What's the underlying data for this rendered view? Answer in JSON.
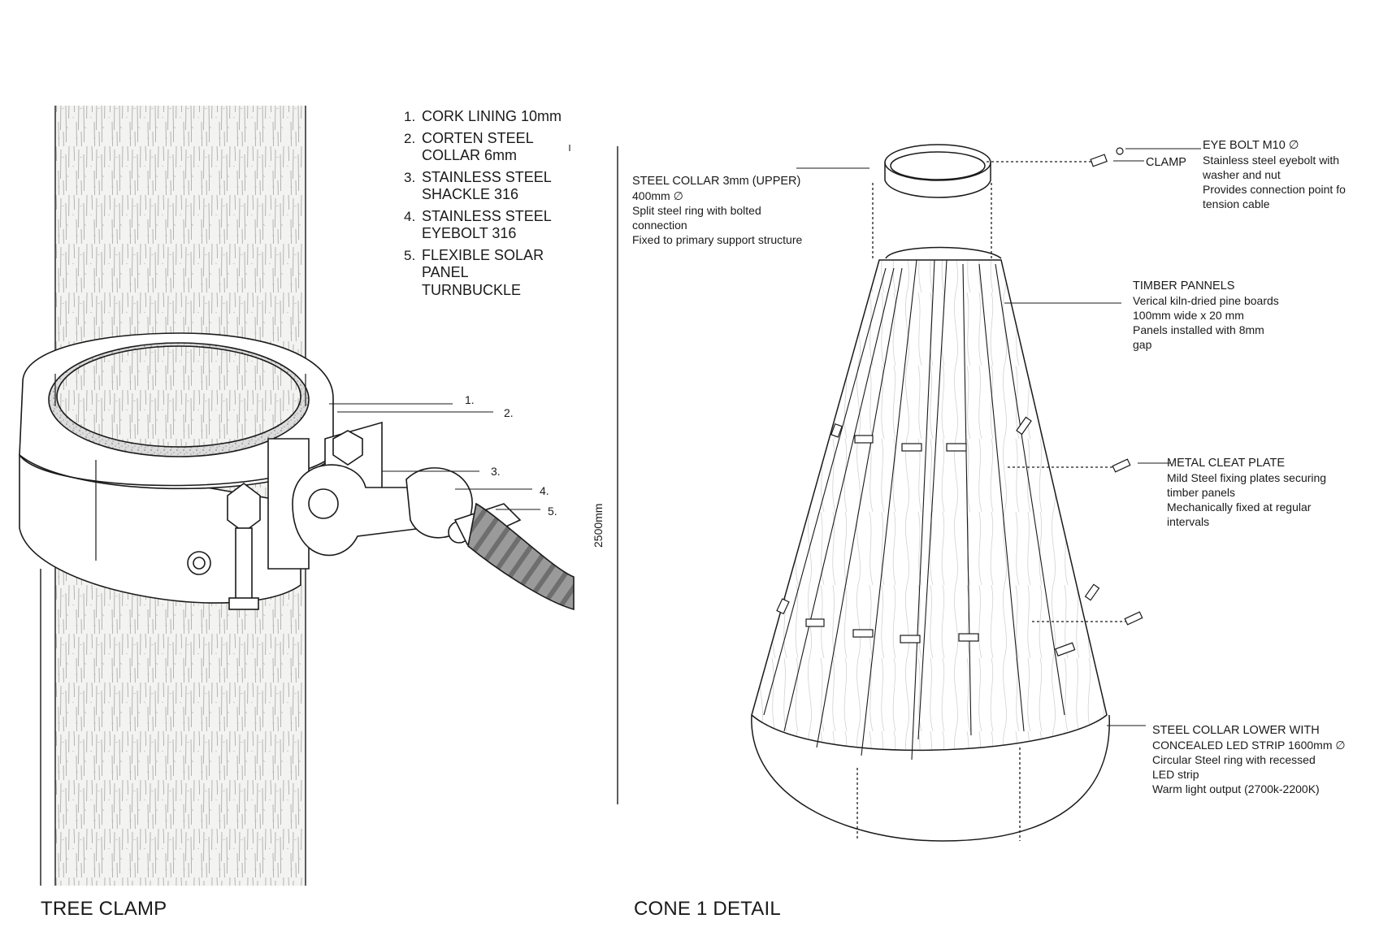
{
  "tree_clamp": {
    "title": "TREE CLAMP",
    "legend": [
      {
        "num": "1.",
        "lines": [
          "CORK LINING 10mm"
        ]
      },
      {
        "num": "2.",
        "lines": [
          "CORTEN STEEL",
          "COLLAR 6mm"
        ]
      },
      {
        "num": "3.",
        "lines": [
          "STAINLESS STEEL",
          "SHACKLE  316"
        ]
      },
      {
        "num": "4.",
        "lines": [
          "STAINLESS STEEL",
          "EYEBOLT 316"
        ]
      },
      {
        "num": "5.",
        "lines": [
          "FLEXIBLE SOLAR",
          "PANEL",
          "TURNBUCKLE"
        ]
      }
    ],
    "callouts": [
      "1.",
      "2.",
      "3.",
      "4.",
      "5."
    ]
  },
  "cone_detail": {
    "title": "CONE 1 DETAIL",
    "height_dimension": "2500mm",
    "steel_collar_upper": {
      "heading": "STEEL COLLAR 3mm (UPPER)",
      "lines": [
        "400mm ∅",
        "Split steel ring with bolted",
        "connection",
        "Fixed to primary support structure"
      ]
    },
    "clamp_label": "CLAMP",
    "eye_bolt": {
      "heading": "EYE BOLT M10 ∅",
      "lines": [
        "Stainless steel eyebolt with",
        "washer and nut",
        "Provides connection point fo",
        "tension cable"
      ]
    },
    "timber_panels": {
      "heading": "TIMBER PANNELS",
      "lines": [
        "Verical kiln-dried pine boards",
        "100mm wide x 20 mm",
        "Panels installed with 8mm",
        "gap"
      ]
    },
    "metal_cleat_plate": {
      "heading": "METAL CLEAT PLATE",
      "lines": [
        "Mild Steel fixing plates securing",
        "timber panels",
        "Mechanically fixed at regular",
        "intervals"
      ]
    },
    "steel_collar_lower": {
      "heading": "STEEL COLLAR LOWER WITH",
      "lines": [
        "CONCEALED LED STRIP 1600mm ∅",
        "Circular Steel ring with recessed",
        "LED strip",
        "Warm light output (2700k-2200K)"
      ]
    }
  },
  "colors": {
    "ink": "#1a1a1a",
    "bark": "#f1f1ef",
    "cork": "#cfcfcf",
    "cable": "#8a8a8a"
  }
}
